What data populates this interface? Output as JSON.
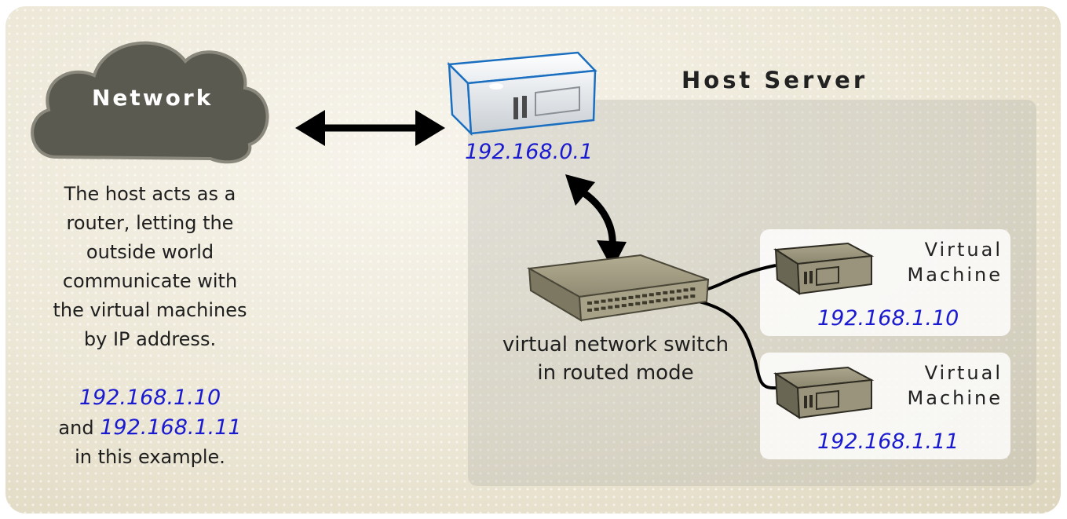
{
  "network": {
    "label": "Network"
  },
  "host": {
    "title": "Host Server",
    "router_ip": "192.168.0.1"
  },
  "description": {
    "lines": [
      "The host acts as a",
      "router, letting the",
      "outside world",
      "communicate with",
      "the virtual machines",
      "by IP address."
    ],
    "ip1": "192.168.1.10",
    "and_word": "and",
    "ip2": "192.168.1.11",
    "tail": "in this example."
  },
  "switch": {
    "caption_line1": "virtual network switch",
    "caption_line2": "in routed mode"
  },
  "vms": [
    {
      "title_line1": "Virtual",
      "title_line2": "Machine",
      "ip": "192.168.1.10"
    },
    {
      "title_line1": "Virtual",
      "title_line2": "Machine",
      "ip": "192.168.1.11"
    }
  ],
  "colors": {
    "ip_text": "#1a1ad0",
    "cloud": "#5b5a50",
    "background": "#ebe6d5"
  }
}
